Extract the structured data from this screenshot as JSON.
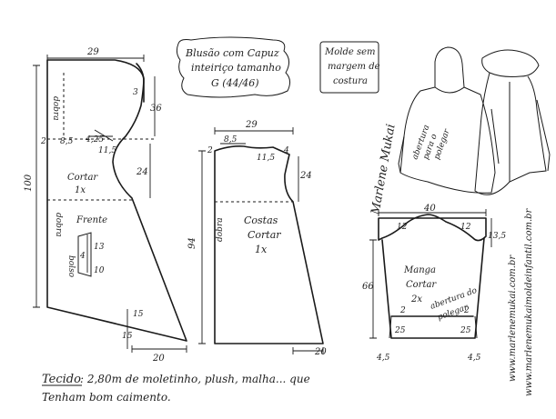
{
  "title_box": {
    "line1": "Blusão com Capuz",
    "line2": "inteiriço tamanho",
    "line3": "G (44/46)"
  },
  "note_box": {
    "line1": "Molde sem",
    "line2": "margem de",
    "line3": "costura"
  },
  "signature": "Marlene Mukai",
  "front": {
    "width_top": "29",
    "hood_depth": "36",
    "hood_side": "3",
    "neck_w": "8,5",
    "neck_d": "4,25",
    "shoulder": "11,5",
    "neck_drop": "2",
    "armhole": "24",
    "total_length": "100",
    "cut_label_1": "Cortar",
    "cut_label_2": "1x",
    "name": "Frente",
    "fold_label": "dobra",
    "hood_fold_label": "dobra",
    "pocket_label": "bolso",
    "pocket_h": "13",
    "pocket_h2": "10",
    "pocket_w": "4",
    "low_side_1": "15",
    "low_side_2": "15",
    "hem": "20"
  },
  "back": {
    "width_top": "29",
    "neck_w": "8,5",
    "neck_d": "2",
    "shoulder": "11,5",
    "shoulder_drop": "4",
    "armhole": "24",
    "total_length": "94",
    "fold_label": "dobra",
    "name": "Costas",
    "cut_label_1": "Cortar",
    "cut_label_2": "1x",
    "hem": "20"
  },
  "sleeve": {
    "width": "40",
    "cap_left": "12",
    "cap_right": "12",
    "cap_height": "13,5",
    "length": "66",
    "name": "Manga",
    "cut_label_1": "Cortar",
    "cut_label_2": "2x",
    "thumb_1": "abertura do",
    "thumb_2": "polegar",
    "cuff_l": "25",
    "cuff_r": "25",
    "cuff_gap_l": "2",
    "cuff_gap_r": "2",
    "side_l": "4,5",
    "side_r": "4,5"
  },
  "sketch": {
    "thumb_note_1": "abertura",
    "thumb_note_2": "para o",
    "thumb_note_3": "polegar"
  },
  "fabric": {
    "label": "Tecido",
    "line1": ": 2,80m de moletinho, plush, malha... que",
    "line2": "Tenham bom caimento."
  },
  "urls": {
    "url1": "www.marlenemukai.com.br",
    "url2": "www.marlenemukaimoldeinfantil.com.br"
  }
}
